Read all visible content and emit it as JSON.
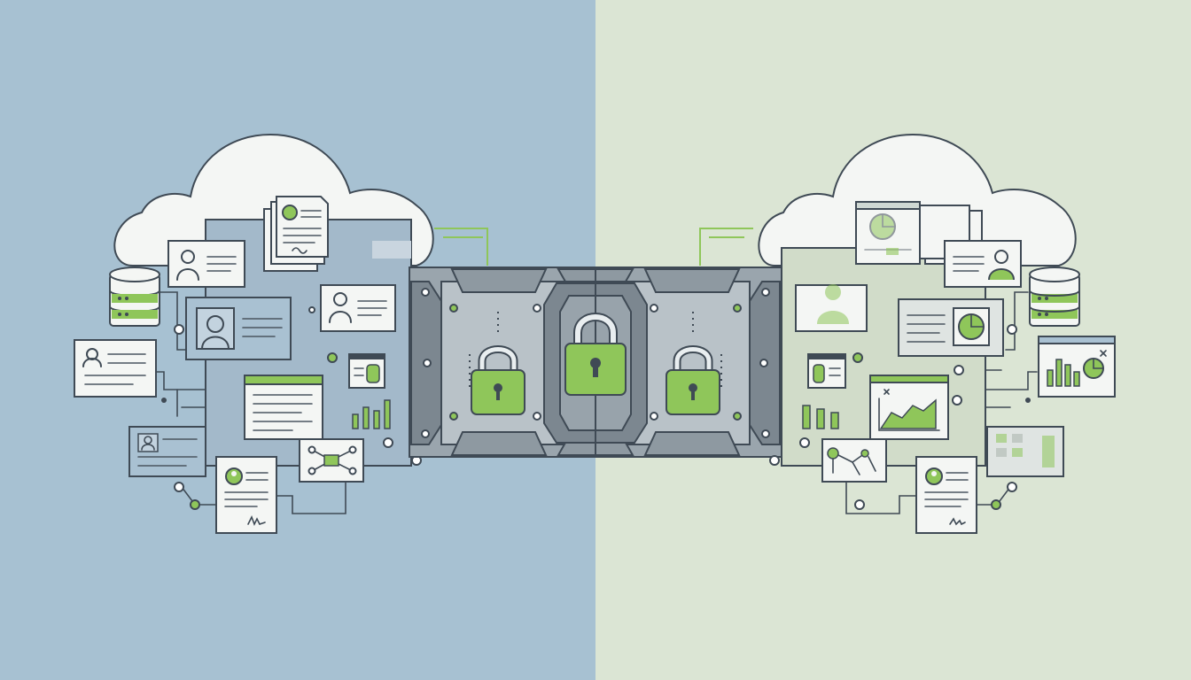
{
  "colors": {
    "left_background": "#a7c1d2",
    "right_background": "#dbe5d4",
    "accent_green": "#8fc65a",
    "outline": "#3f4a55",
    "panel_grey": "#9aa5ad",
    "card_white": "#f4f6f4"
  },
  "icons": [
    "cloud-icon",
    "database-icon",
    "padlock-icon",
    "user-profile-card-icon",
    "document-icon",
    "bar-chart-icon",
    "pie-chart-icon",
    "network-graph-icon",
    "line-chart-icon",
    "browser-window-icon"
  ],
  "panels": {
    "left": {
      "theme": "blue"
    },
    "right": {
      "theme": "green"
    }
  },
  "locks": {
    "count": 3,
    "status": "locked"
  }
}
